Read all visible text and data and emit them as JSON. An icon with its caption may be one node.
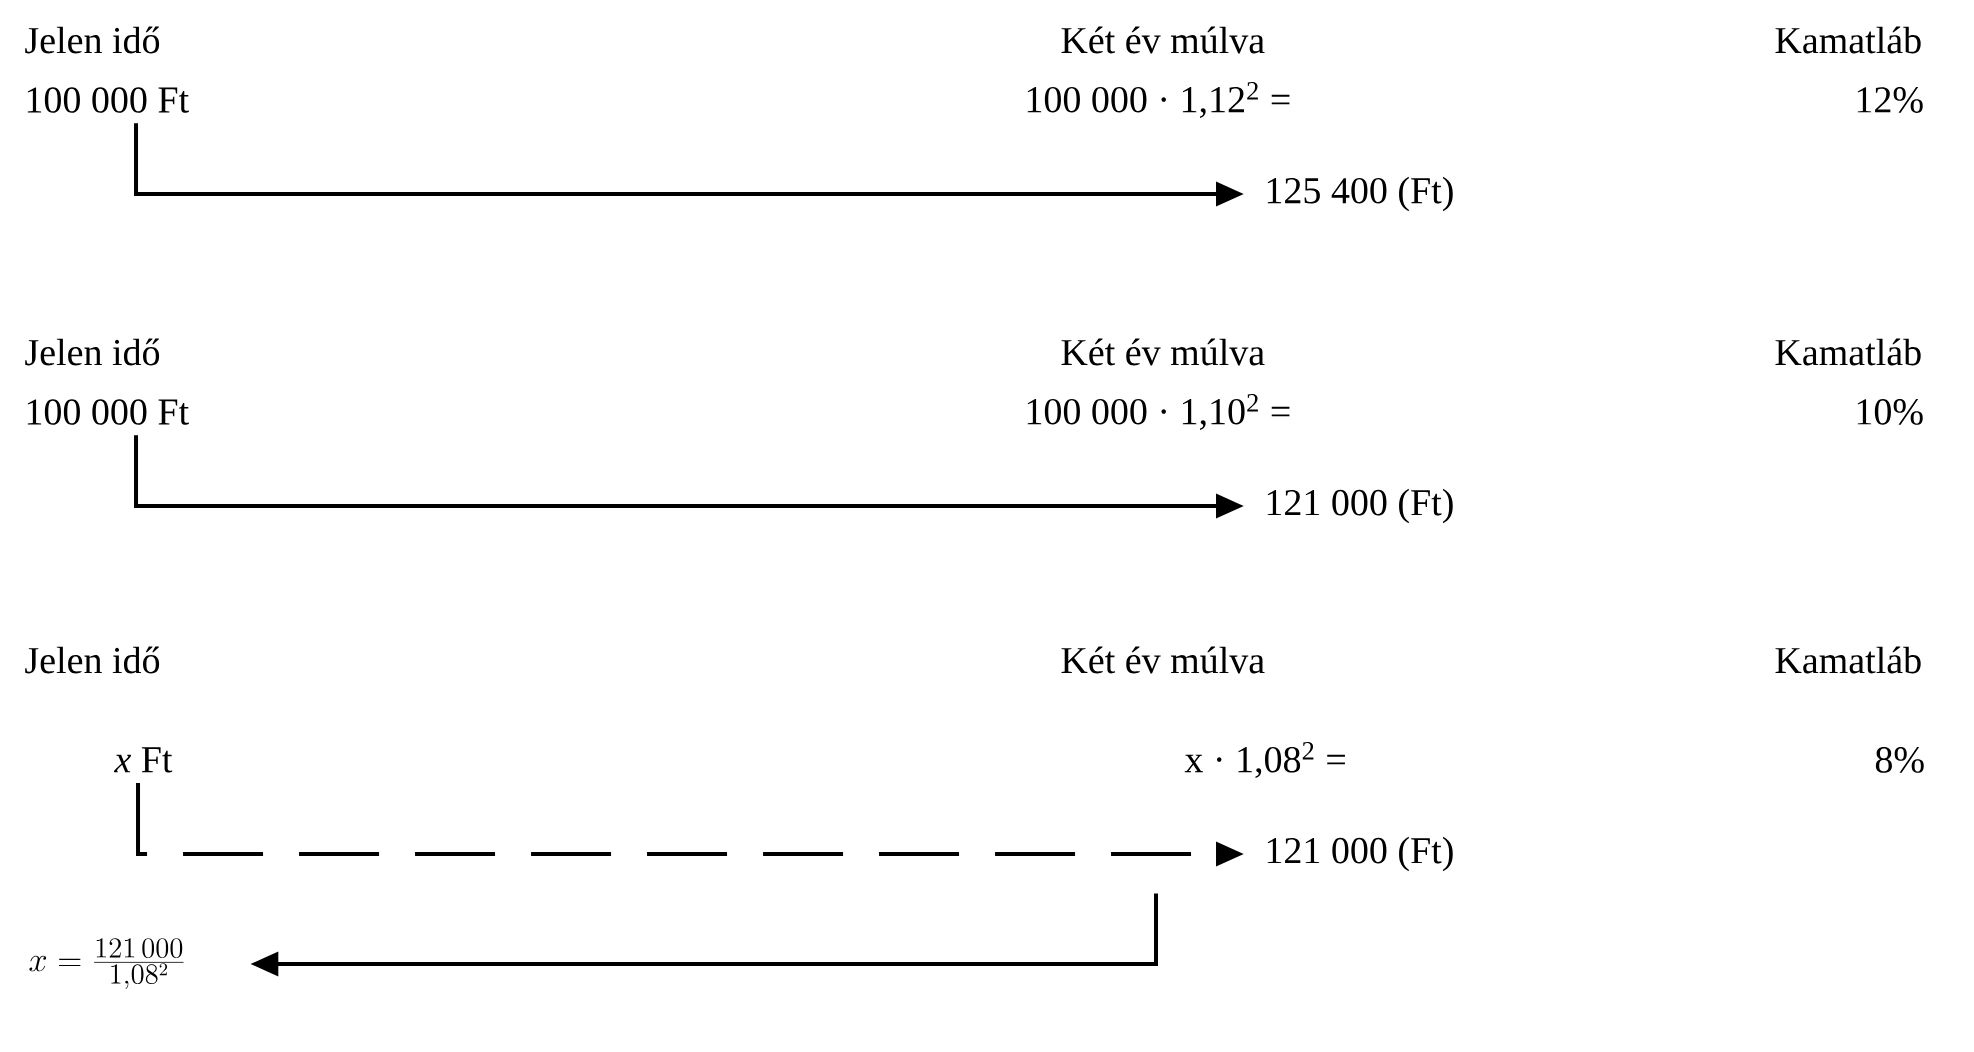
{
  "diagram": {
    "nodes": [
      {
        "text": [
          "100 000 Ft"
        ]
      },
      {
        "text": [
          "125 400 (Ft)"
        ]
      },
      {
        "text": [
          "100 000 Ft"
        ]
      },
      {
        "text": [
          "121 000 (Ft)"
        ]
      },
      {
        "text": [
          "*x* Ft"
        ]
      },
      {
        "text": [
          "121 000 (Ft)"
        ]
      },
      {
        "text": [
          "x=\\frac{121\\,000}{1{,}08^{2}}"
        ]
      }
    ],
    "edges": [
      {
        "from": 0,
        "to": 1,
        "arrow": "to"
      },
      {
        "from": 2,
        "to": 3,
        "arrow": "to"
      },
      {
        "from": 4,
        "to": 5,
        "arrow": "to",
        "style": "dashed"
      },
      {
        "from": 5,
        "to": 6,
        "arrow": "to"
      }
    ],
    "labels": [
      "Jelen idő",
      "Két év múlva",
      "Kamatláb",
      "100 000 · 1,12$^{2}$ =",
      "12%",
      "Jelen idő",
      "Két év múlva",
      "Kamatláb",
      "100 000 · 1,10$^{2}$ =",
      "10%",
      "Jelen idő",
      "Két év múlva",
      "Kamatláb",
      "x · 1,08$^{2}$ =",
      "8%"
    ]
  }
}
